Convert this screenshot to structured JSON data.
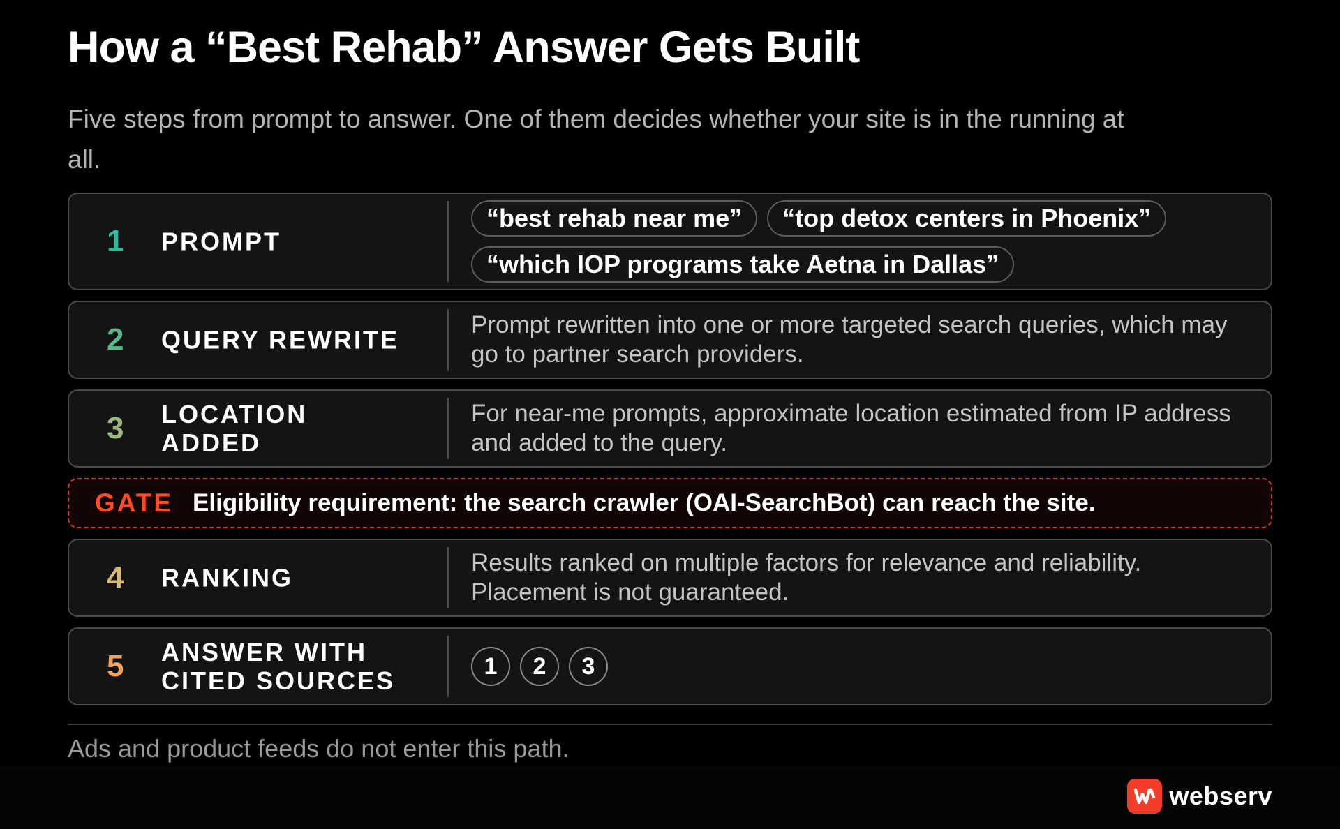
{
  "header": {
    "title": "How a “Best Rehab” Answer Gets Built",
    "subtitle": "Five steps from prompt to answer. One of them decides whether your site is in the running at all."
  },
  "steps": [
    {
      "number": "1",
      "label": "PROMPT",
      "color": "#2fb89a",
      "chips": [
        "“best rehab near me”",
        "“top detox centers in Phoenix”",
        "“which IOP programs take Aetna in Dallas”"
      ]
    },
    {
      "number": "2",
      "label": "QUERY REWRITE",
      "color": "#5cb88a",
      "description": "Prompt rewritten into one or more targeted search queries, which may go to partner search providers."
    },
    {
      "number": "3",
      "label": "LOCATION ADDED",
      "color": "#9cb882",
      "description": "For near-me prompts, approximate location estimated from IP address and added to the query."
    },
    {
      "number": "4",
      "label": "RANKING",
      "color": "#d6b77a",
      "description": "Results ranked on multiple factors for relevance and reliability. Placement is not guaranteed."
    },
    {
      "number": "5",
      "label": "ANSWER WITH CITED SOURCES",
      "color": "#f2a45c",
      "citations": [
        "1",
        "2",
        "3"
      ]
    }
  ],
  "gate": {
    "tag": "GATE",
    "text": "Eligibility requirement: the search crawler (OAI-SearchBot) can reach the site.",
    "color": "#ff4a22"
  },
  "footnote": "Ads and product feeds do not enter this path.",
  "brand": {
    "name": "webserv",
    "logo_icon": "webserv-logo-icon",
    "color": "#f23d2a"
  }
}
